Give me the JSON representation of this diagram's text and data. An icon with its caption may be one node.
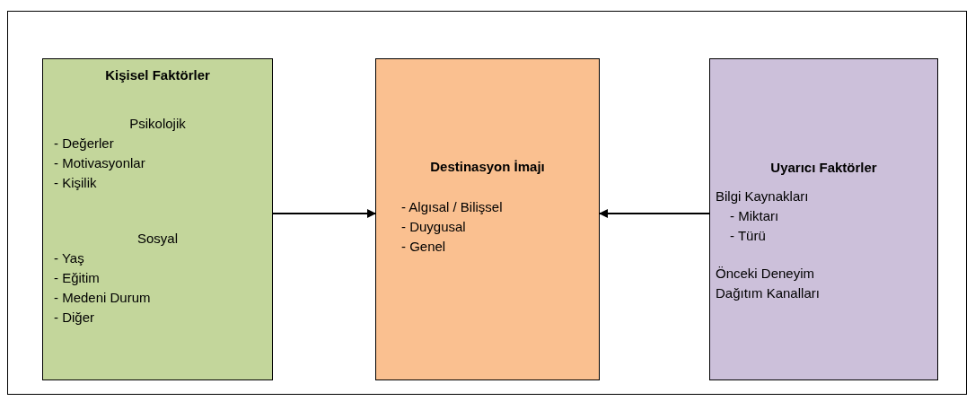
{
  "diagram": {
    "nodes": [
      {
        "text": [
          "Kişisel Faktörler",
          "Psikolojik",
          "- Değerler",
          "- Motivasyonlar",
          "- Kişilik",
          "Sosyal",
          "- Yaş",
          "- Eğitim",
          "- Medeni Durum",
          "- Diğer"
        ]
      },
      {
        "text": [
          "Destinasyon İmajı",
          "- Algısal / Bilişsel",
          "- Duygusal",
          "- Genel"
        ]
      },
      {
        "text": [
          "Uyarıcı Faktörler",
          "Bilgi Kaynakları",
          "- Miktarı",
          "- Türü",
          "Önceki Deneyim",
          "Dağıtım Kanalları"
        ]
      }
    ],
    "edges": [
      {
        "from": 0,
        "to": 1,
        "arrow": "to"
      },
      {
        "from": 2,
        "to": 1,
        "arrow": "to"
      }
    ]
  }
}
